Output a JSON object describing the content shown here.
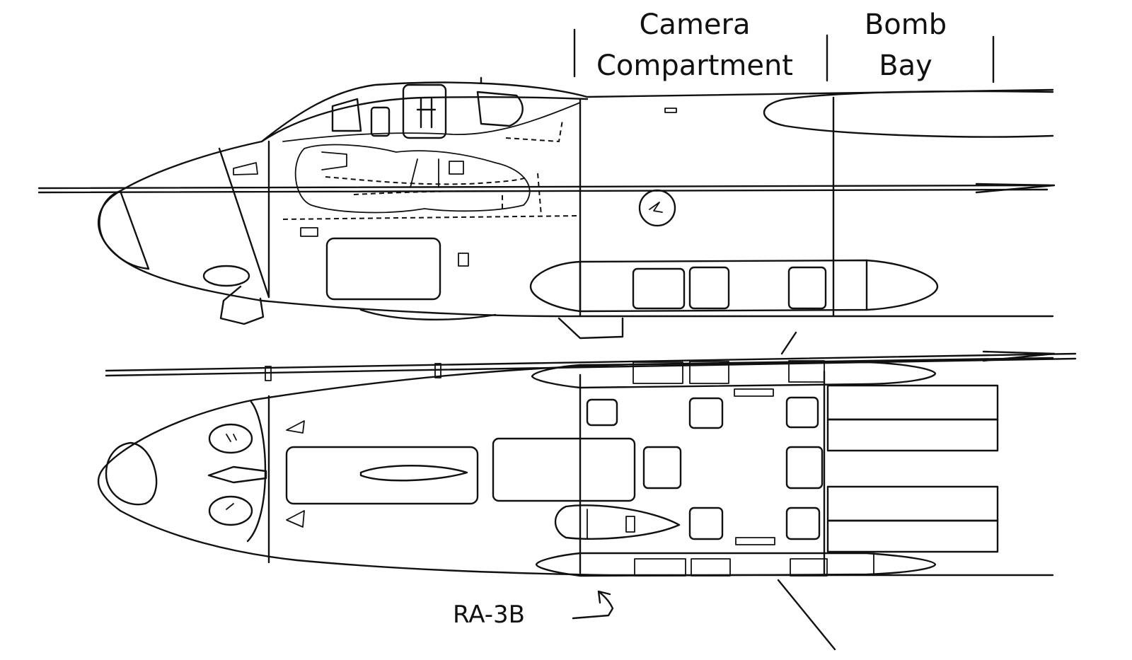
{
  "labels": {
    "camera_line1": "Camera",
    "camera_line2": "Compartment",
    "bomb_line1": "Bomb",
    "bomb_line2": "Bay",
    "designation": "RA-3B"
  },
  "colors": {
    "ink": "#111111",
    "paper": "#ffffff"
  }
}
